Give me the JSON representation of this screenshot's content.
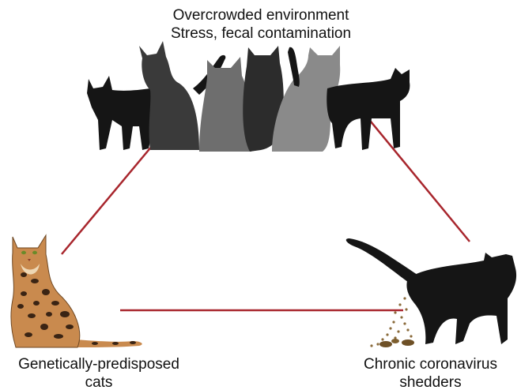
{
  "nodes": {
    "top": {
      "line1": "Overcrowded environment",
      "line2": "Stress, fecal contamination"
    },
    "left": {
      "line1": "Genetically-predisposed",
      "line2": "cats"
    },
    "right": {
      "line1": "Chronic coronavirus",
      "line2": "shedders"
    }
  },
  "colors": {
    "connector": "#a8262d",
    "cat_black": "#151515",
    "cat_dark": "#3a3a3a",
    "cat_gray": "#6e6e6e",
    "cat_light": "#8a8a8a",
    "bengal_base": "#c98a4e",
    "bengal_spot": "#3a2414",
    "feces": "#8a6a3a"
  }
}
